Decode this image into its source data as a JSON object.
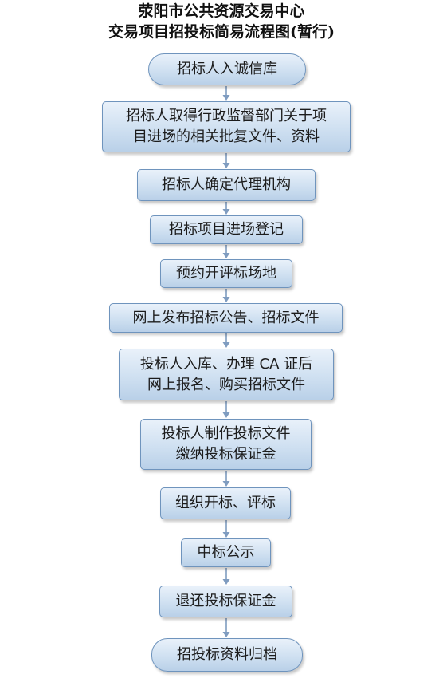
{
  "header": {
    "title_line1": "荥阳市公共资源交易中心",
    "title_line2": "交易项目招投标简易流程图(暂行)"
  },
  "colors": {
    "node_border": "#6f94bd",
    "arrow": "#7f9cc0"
  },
  "steps": [
    {
      "shape": "terminal",
      "lines": [
        "招标人入诚信库"
      ]
    },
    {
      "shape": "process",
      "lines": [
        "招标人取得行政监督部门关于项",
        "目进场的相关批复文件、资料"
      ]
    },
    {
      "shape": "process",
      "lines": [
        "招标人确定代理机构"
      ]
    },
    {
      "shape": "process",
      "lines": [
        "招标项目进场登记"
      ]
    },
    {
      "shape": "process",
      "lines": [
        "预约开评标场地"
      ]
    },
    {
      "shape": "process",
      "lines": [
        "网上发布招标公告、招标文件"
      ]
    },
    {
      "shape": "process",
      "lines": [
        "投标人入库、办理 CA 证后",
        "网上报名、购买招标文件"
      ]
    },
    {
      "shape": "process",
      "lines": [
        "投标人制作投标文件",
        "缴纳投标保证金"
      ]
    },
    {
      "shape": "process",
      "lines": [
        "组织开标、评标"
      ]
    },
    {
      "shape": "process",
      "lines": [
        "中标公示"
      ]
    },
    {
      "shape": "process",
      "lines": [
        "退还投标保证金"
      ]
    },
    {
      "shape": "terminal",
      "lines": [
        "招投标资料归档"
      ]
    }
  ]
}
